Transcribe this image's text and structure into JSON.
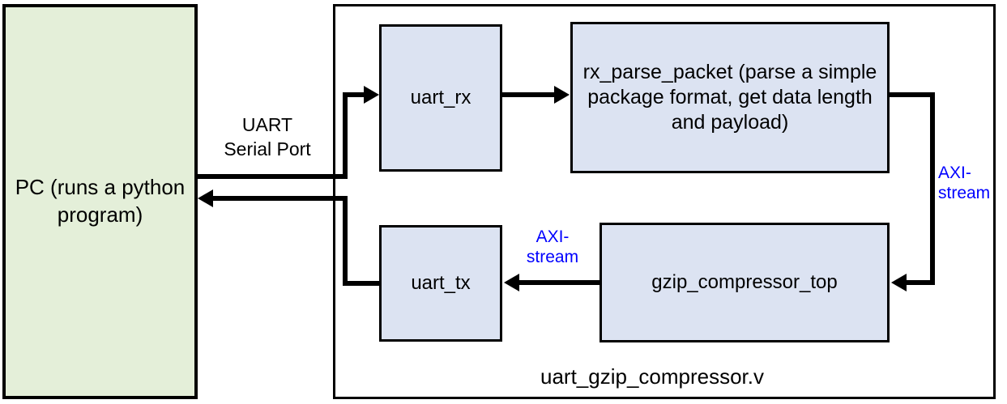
{
  "diagram": {
    "type": "block-diagram",
    "title_bottom": "uart_gzip_compressor.v",
    "colors": {
      "host_fill": "#e4efd9",
      "module_fill": "#dce3f2",
      "stroke": "#000000",
      "annotation_blue": "#0000ff",
      "background": "#ffffff"
    }
  },
  "host": {
    "name": "PC",
    "description": "(runs a\npython\nprogram)",
    "full_text": "PC\n(runs a\npython\nprogram)"
  },
  "fpga": {
    "module_name": "uart_gzip_compressor.v"
  },
  "blocks": {
    "uart_rx": {
      "label": "uart_rx"
    },
    "rx_parse_packet": {
      "name": "rx_parse_packet",
      "description": "(parse a simple package\nformat, get data length\nand payload)",
      "full_text": "rx_parse_packet\n(parse a simple package\nformat, get data length\nand payload)"
    },
    "uart_tx": {
      "label": "uart_tx"
    },
    "gzip_compressor_top": {
      "label": "gzip_compressor_top"
    }
  },
  "connections": {
    "uart_serial_port": {
      "label": "UART\nSerial Port",
      "from": "PC",
      "to": "uart_gzip_compressor.v"
    },
    "axi_stream_parse_to_gzip": {
      "label": "AXI-\nstream",
      "from": "rx_parse_packet",
      "to": "gzip_compressor_top"
    },
    "axi_stream_gzip_to_tx": {
      "label": "AXI-\nstream",
      "from": "gzip_compressor_top",
      "to": "uart_tx"
    }
  }
}
